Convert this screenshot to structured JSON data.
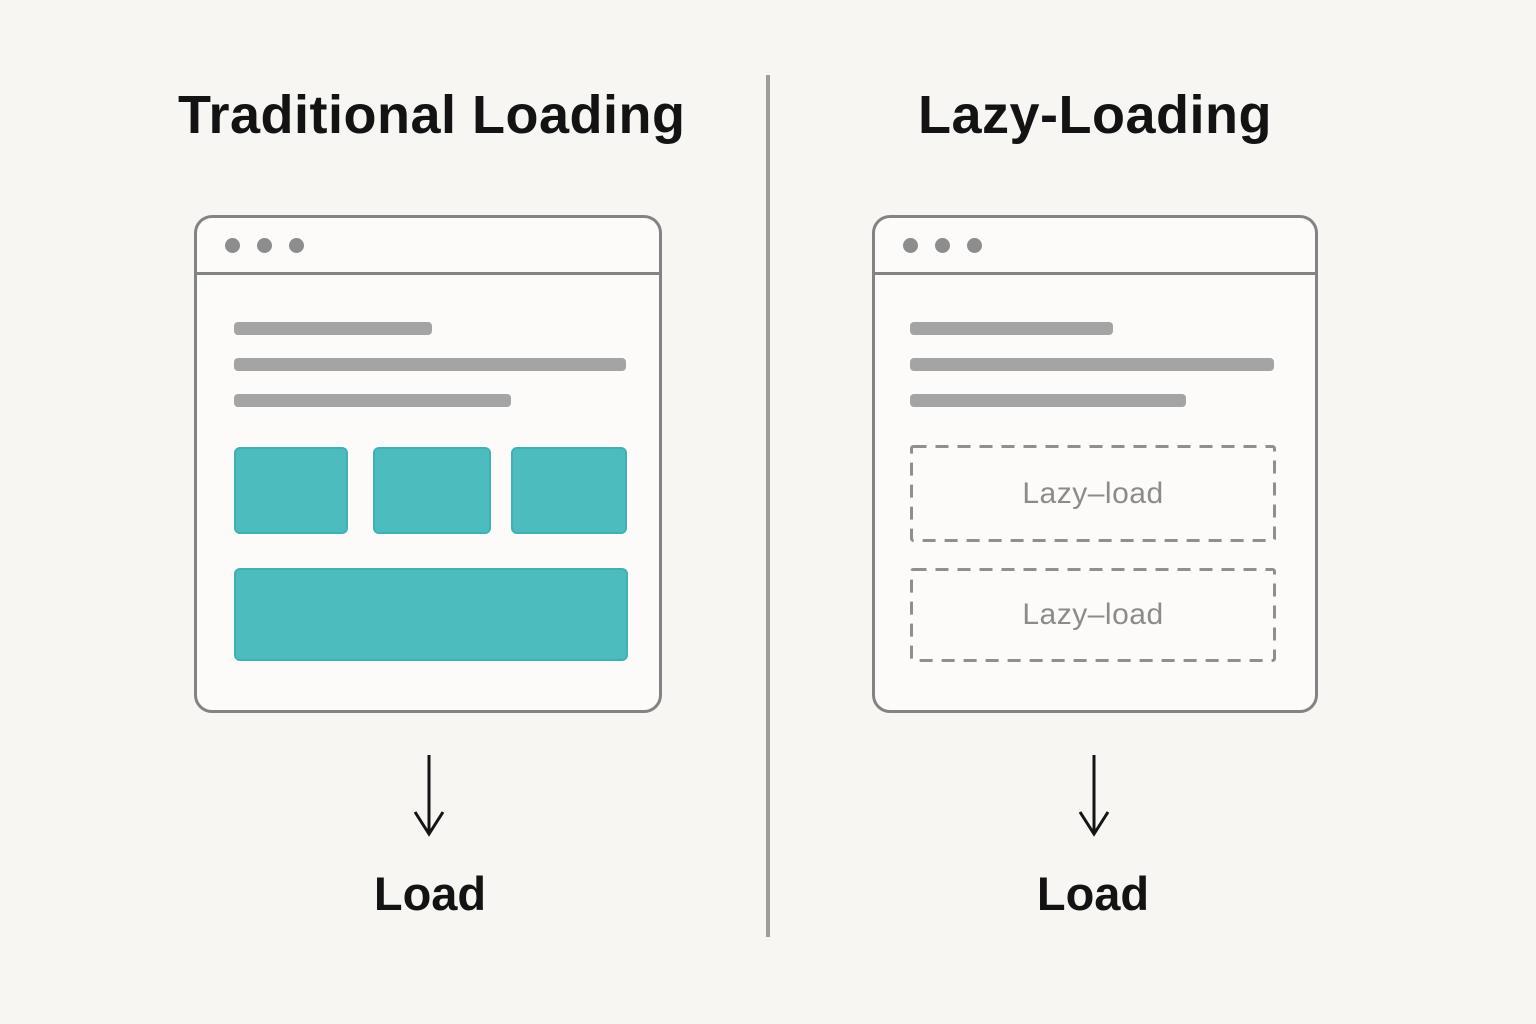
{
  "colors": {
    "background": "#f8f6f3",
    "accent_teal": "#4dbcbe",
    "teal_border": "#3db1b3",
    "window_outline": "#838383",
    "skeleton_bar_gray": "#a4a4a4",
    "divider_gray": "#9c9c9c",
    "muted_text_gray": "#8b8b8b",
    "text_dark": "#131313"
  },
  "left_panel": {
    "title": "Traditional Loading",
    "window": {
      "dots": 3,
      "text_bars": 3,
      "image_blocks": 3,
      "hero_blocks": 1
    },
    "arrow_label": "Load"
  },
  "right_panel": {
    "title": "Lazy-Loading",
    "window": {
      "dots": 3,
      "text_bars": 3,
      "placeholders": [
        {
          "label": "Lazy–load"
        },
        {
          "label": "Lazy–load"
        }
      ]
    },
    "arrow_label": "Load"
  }
}
